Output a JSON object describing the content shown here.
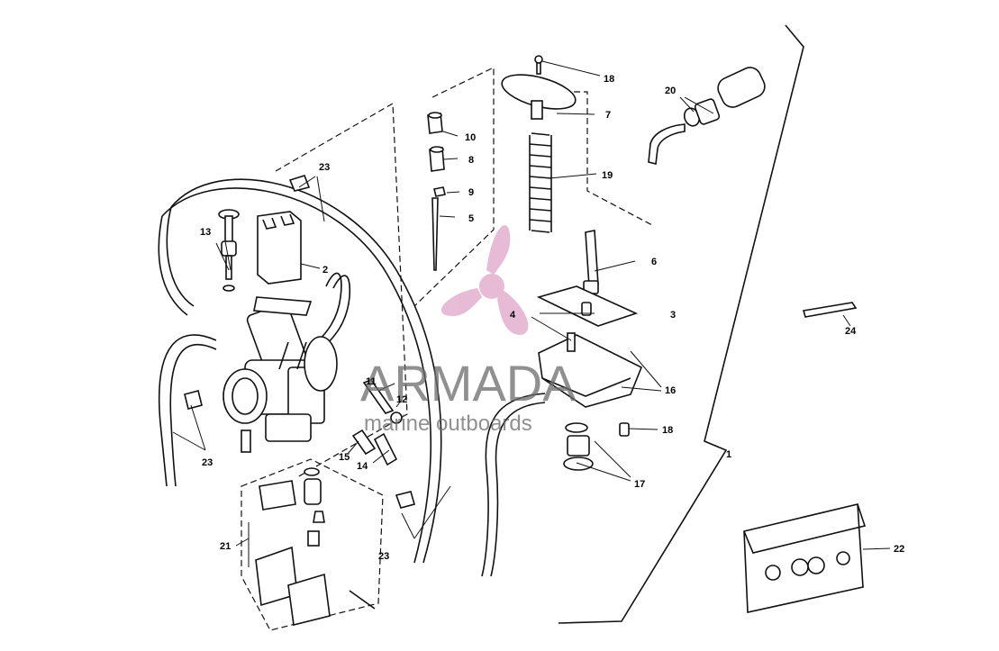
{
  "watermark": {
    "brand": "ARMADA",
    "tagline": "marine outboards",
    "accent_color": "#e0a5c8",
    "text_color": "#6b6b6b",
    "icon": "propeller-icon"
  },
  "callouts": {
    "c1": "1",
    "c2": "2",
    "c3": "3",
    "c4": "4",
    "c5": "5",
    "c6": "6",
    "c7": "7",
    "c8": "8",
    "c9": "9",
    "c10": "10",
    "c11": "11",
    "c12": "12",
    "c13": "13",
    "c14": "14",
    "c15": "15",
    "c16": "16",
    "c17": "17",
    "c18a": "18",
    "c18b": "18",
    "c19": "19",
    "c20": "20",
    "c21": "21",
    "c22": "22",
    "c23a": "23",
    "c23b": "23",
    "c23c": "23",
    "c24": "24"
  }
}
